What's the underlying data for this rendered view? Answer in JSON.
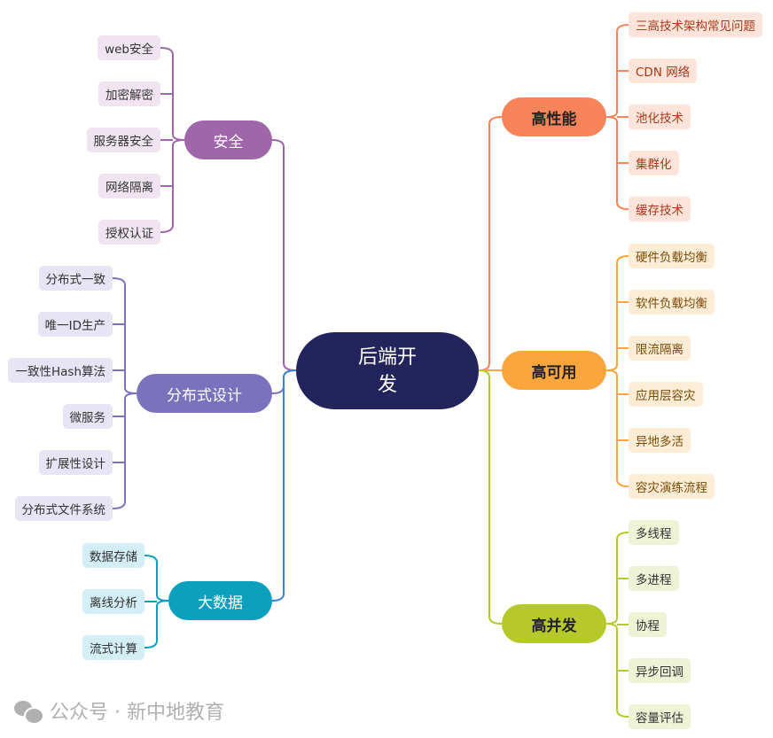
{
  "center": {
    "label_line1": "后端开",
    "label_line2": "发",
    "color": "#23245c"
  },
  "branches": [
    {
      "id": "high-performance",
      "label": "高性能",
      "color": "#f9845a",
      "leaf_bg": "#fde4da",
      "leaf_text": "#a8391a",
      "children": [
        "三高技术架构常见问题",
        "CDN 网络",
        "池化技术",
        "集群化",
        "缓存技术"
      ]
    },
    {
      "id": "high-availability",
      "label": "高可用",
      "color": "#fba63c",
      "leaf_bg": "#fdedd6",
      "leaf_text": "#7a4a05",
      "children": [
        "硬件负载均衡",
        "软件负载均衡",
        "限流隔离",
        "应用层容灾",
        "异地多活",
        "容灾演练流程"
      ]
    },
    {
      "id": "high-concurrency",
      "label": "高并发",
      "color": "#b6c92b",
      "leaf_bg": "#eff3d6",
      "leaf_text": "#333333",
      "children": [
        "多线程",
        "多进程",
        "协程",
        "异步回调",
        "容量评估"
      ]
    },
    {
      "id": "security",
      "label": "安全",
      "color": "#a066aa",
      "leaf_bg": "#efe4f0",
      "leaf_text": "#333333",
      "children": [
        "web安全",
        "加密解密",
        "服务器安全",
        "网络隔离",
        "授权认证"
      ]
    },
    {
      "id": "distributed-design",
      "label": "分布式设计",
      "color": "#7b72bd",
      "leaf_bg": "#e7e5f4",
      "leaf_text": "#333333",
      "children": [
        "分布式一致",
        "唯一ID生产",
        "一致性Hash算法",
        "微服务",
        "扩展性设计",
        "分布式文件系统"
      ]
    },
    {
      "id": "big-data",
      "label": "大数据",
      "color": "#0ba0bd",
      "leaf_bg": "#d3eef4",
      "leaf_text": "#333333",
      "children": [
        "数据存储",
        "离线分析",
        "流式计算"
      ]
    }
  ],
  "watermark": {
    "text": "公众号 · 新中地教育"
  },
  "center_line_colors": {
    "left_down": "#3a86d4"
  }
}
